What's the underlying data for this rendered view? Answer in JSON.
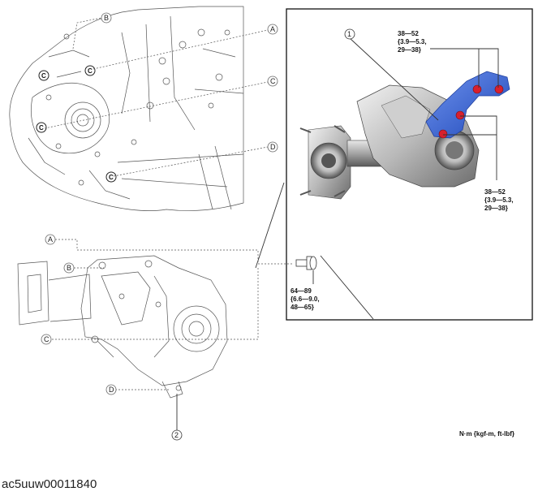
{
  "callouts": {
    "a": "A",
    "b": "B",
    "c": "C",
    "d": "D",
    "c_mark": "C"
  },
  "parts": {
    "p1": "1",
    "p2": "2"
  },
  "torque": {
    "upper_right": [
      "38—52",
      "{3.9—5.3,",
      "29—38}"
    ],
    "lower_right": [
      "38—52",
      "{3.9—5.3,",
      "29—38}"
    ],
    "bolt": [
      "64—89",
      "{6.6—9.0,",
      "48—65}"
    ]
  },
  "units": "N·m {kgf-m, ft-lbf}",
  "caption": "ac5uuw00011840",
  "colors": {
    "bracket_blue": "#2f5fd0",
    "bolt_red": "#d8202e",
    "frame": "#111111"
  }
}
